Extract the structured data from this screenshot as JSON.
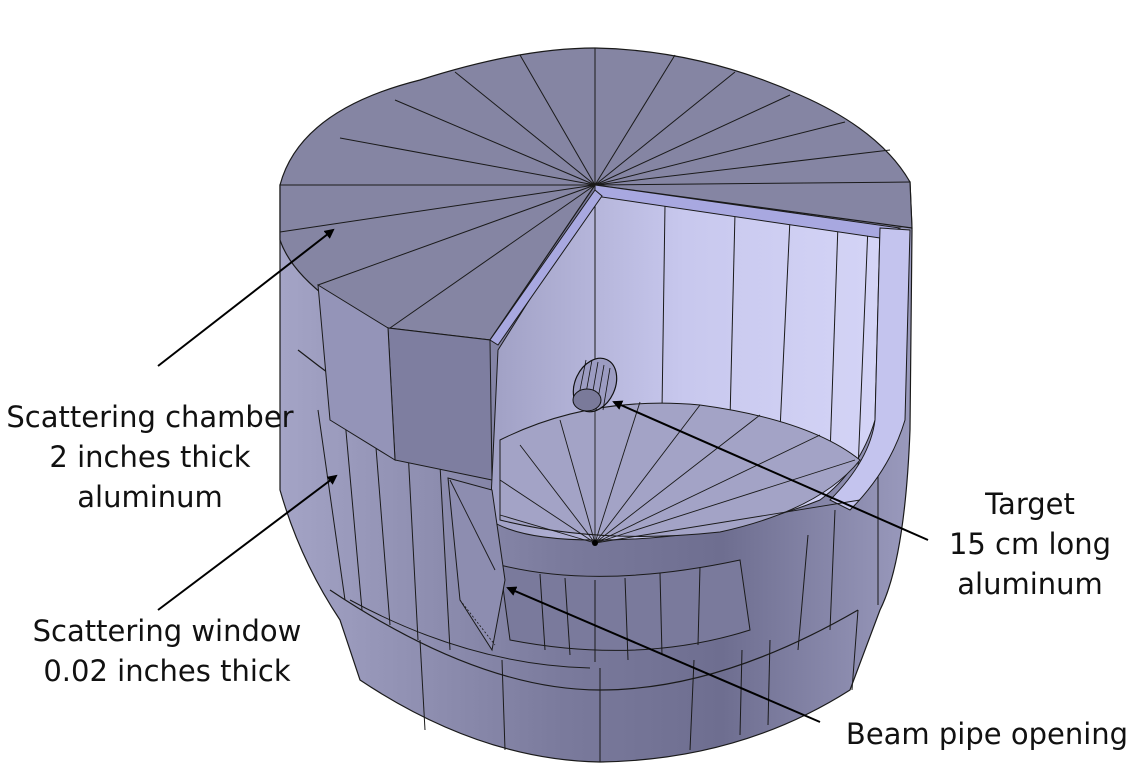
{
  "figure": {
    "subject": "Scattering chamber cutaway (3D CAD model)",
    "colors": {
      "background": "#ffffff",
      "top_face": "#8585a3",
      "outer_wall": "#9b9bbc",
      "outer_wall_dark": "#76769a",
      "inner_wall_light": "#cbcbf0",
      "inner_wall_mid": "#b8b8e0",
      "floor": "#a3a3c6",
      "rim_highlight": "#a8a8e0",
      "edge_line": "#1a1a1a",
      "annotation": "#000000"
    }
  },
  "annotations": [
    {
      "id": "chamber",
      "lines": [
        "Scattering chamber",
        "2 inches thick",
        "aluminum"
      ]
    },
    {
      "id": "window",
      "lines": [
        "Scattering window",
        "0.02 inches thick"
      ]
    },
    {
      "id": "target",
      "lines": [
        "Target",
        "15 cm long",
        "aluminum"
      ]
    },
    {
      "id": "beam",
      "lines": [
        "Beam pipe opening"
      ]
    }
  ]
}
